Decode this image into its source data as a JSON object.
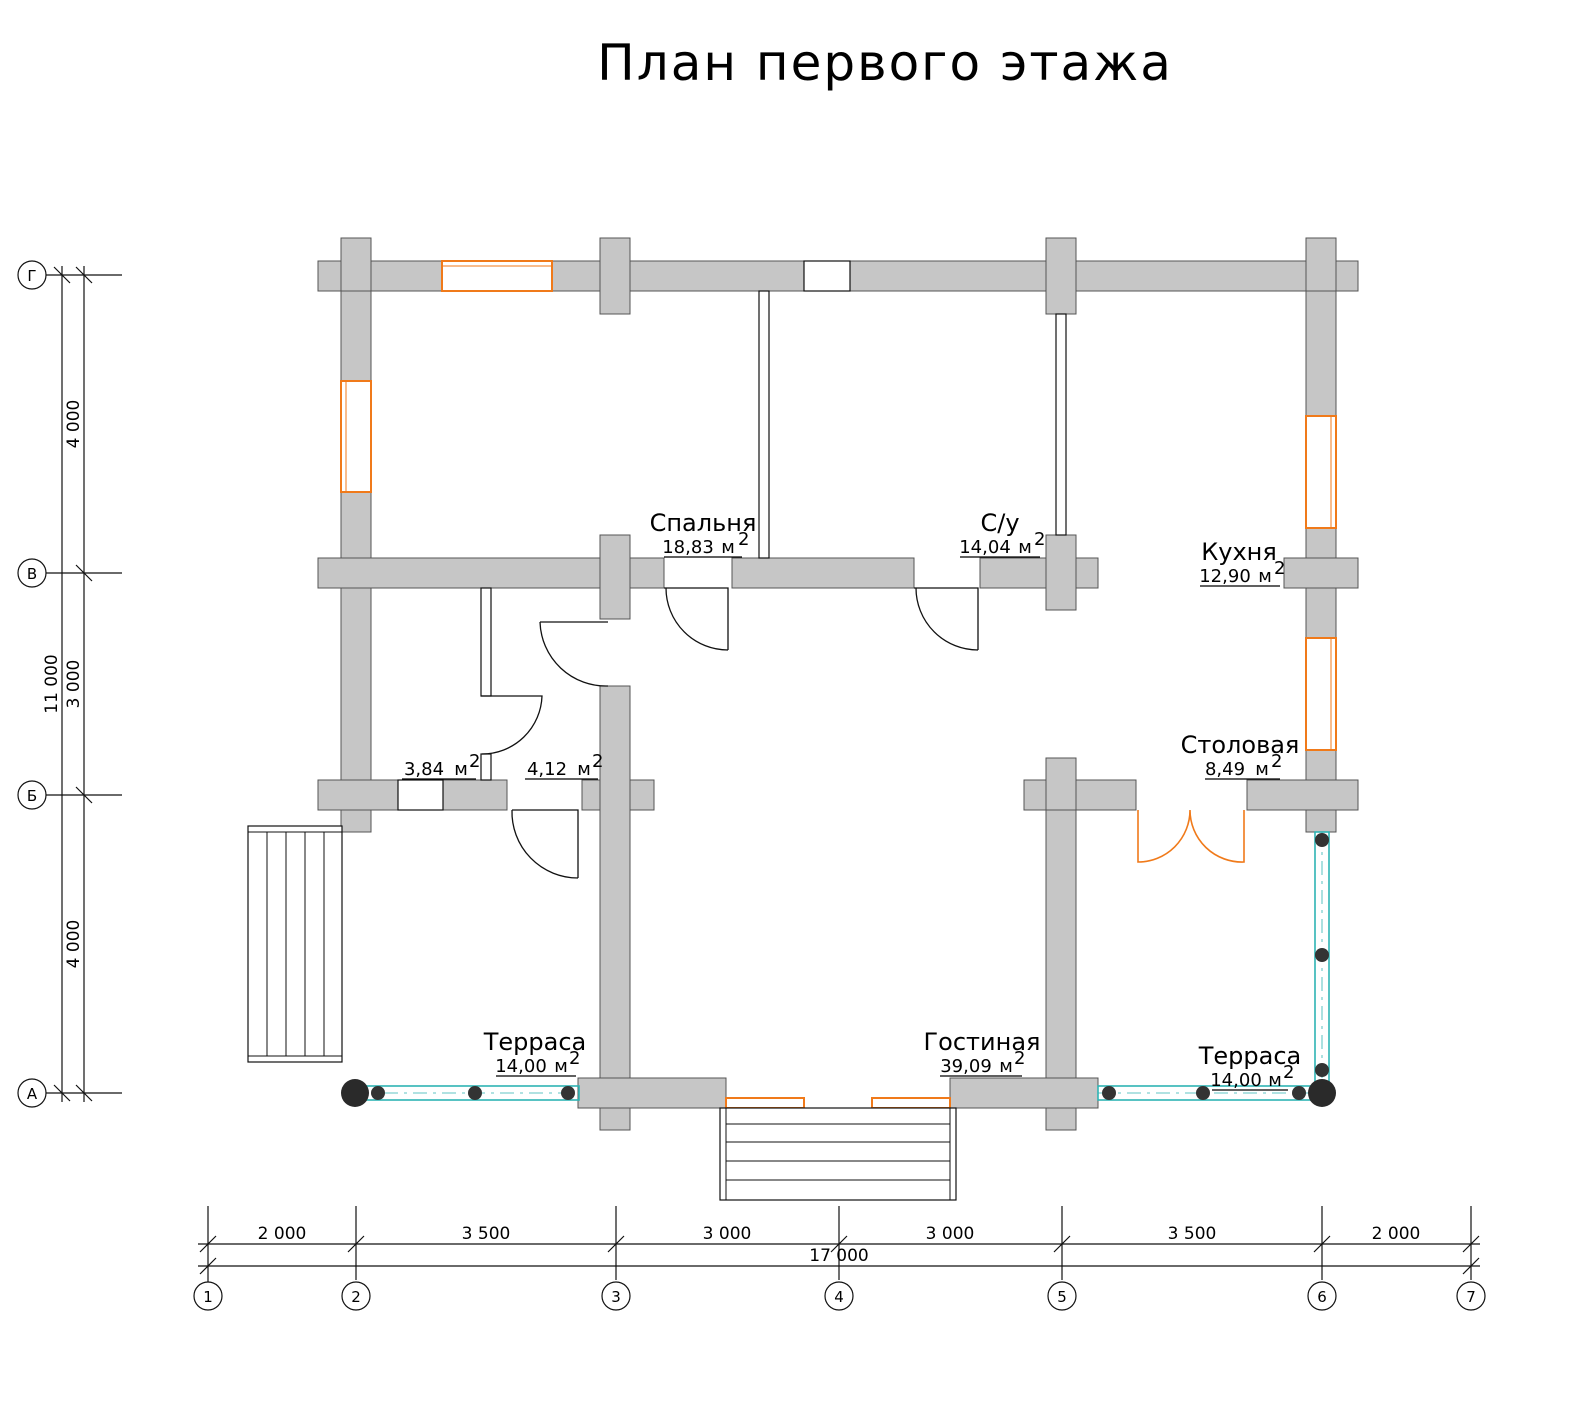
{
  "title": "План первого этажа",
  "rooms": {
    "bedroom": {
      "name": "Спальня",
      "area": "18,83"
    },
    "bath": {
      "name": "С/у",
      "area": "14,04"
    },
    "kitchen": {
      "name": "Кухня",
      "area": "12,90"
    },
    "dining": {
      "name": "Столовая",
      "area": "8,49"
    },
    "living": {
      "name": "Гостиная",
      "area": "39,09"
    },
    "terrace_l": {
      "name": "Терраса",
      "area": "14,00"
    },
    "terrace_r": {
      "name": "Терраса",
      "area": "14,00"
    },
    "small_1": {
      "name": "",
      "area": "3,84"
    },
    "small_2": {
      "name": "",
      "area": "4,12"
    }
  },
  "area_unit": "м",
  "area_unit_sup": "2",
  "horizontal_dims": [
    "2 000",
    "3 500",
    "3 000",
    "3 000",
    "3 500",
    "2 000"
  ],
  "horizontal_total": "17 000",
  "vertical_dims": [
    "4 000",
    "3 000",
    "4 000"
  ],
  "vertical_total": "11 000",
  "column_axes": [
    "1",
    "2",
    "3",
    "4",
    "5",
    "6",
    "7"
  ],
  "row_axes": [
    "Г",
    "В",
    "Б",
    "А"
  ],
  "colors": {
    "wall": "#c6c6c6",
    "window": "#f07a1a",
    "railing": "#2eb4b4"
  }
}
